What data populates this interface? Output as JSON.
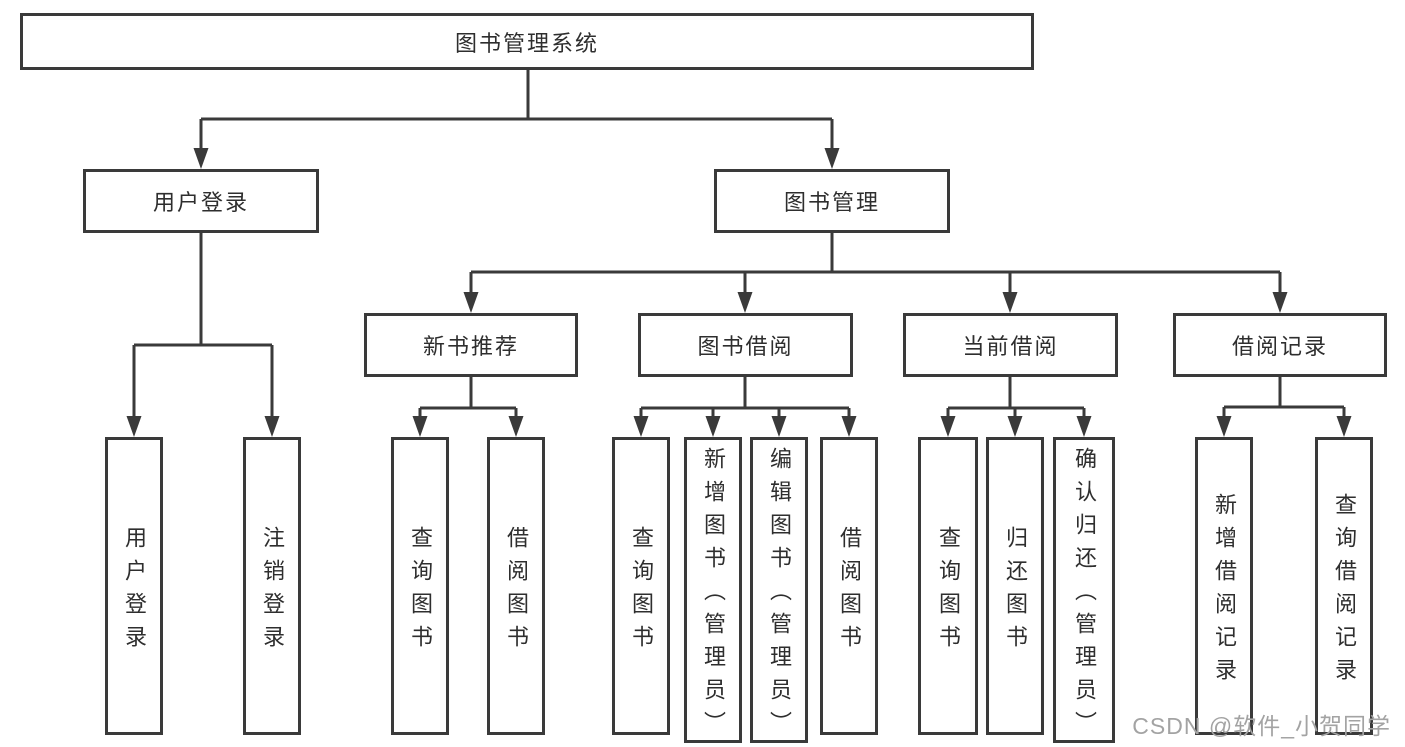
{
  "diagram": {
    "type": "tree",
    "root": {
      "label": "图书管理系统",
      "children": [
        {
          "label": "用户登录",
          "children": [
            {
              "label": "用户登录"
            },
            {
              "label": "注销登录"
            }
          ]
        },
        {
          "label": "图书管理",
          "children": [
            {
              "label": "新书推荐",
              "children": [
                {
                  "label": "查询图书"
                },
                {
                  "label": "借阅图书"
                }
              ]
            },
            {
              "label": "图书借阅",
              "children": [
                {
                  "label": "查询图书"
                },
                {
                  "label": "新增图书（管理员）"
                },
                {
                  "label": "编辑图书（管理员）"
                },
                {
                  "label": "借阅图书"
                }
              ]
            },
            {
              "label": "当前借阅",
              "children": [
                {
                  "label": "查询图书"
                },
                {
                  "label": "归还图书"
                },
                {
                  "label": "确认归还（管理员）"
                }
              ]
            },
            {
              "label": "借阅记录",
              "children": [
                {
                  "label": "新增借阅记录"
                },
                {
                  "label": "查询借阅记录"
                }
              ]
            }
          ]
        }
      ]
    }
  },
  "watermark": {
    "text": "CSDN @软件_小贺同学"
  },
  "colors": {
    "line": "#3a3a3a",
    "text": "#2e2e2e",
    "watermark": "#a3a3a3",
    "background": "#ffffff"
  }
}
